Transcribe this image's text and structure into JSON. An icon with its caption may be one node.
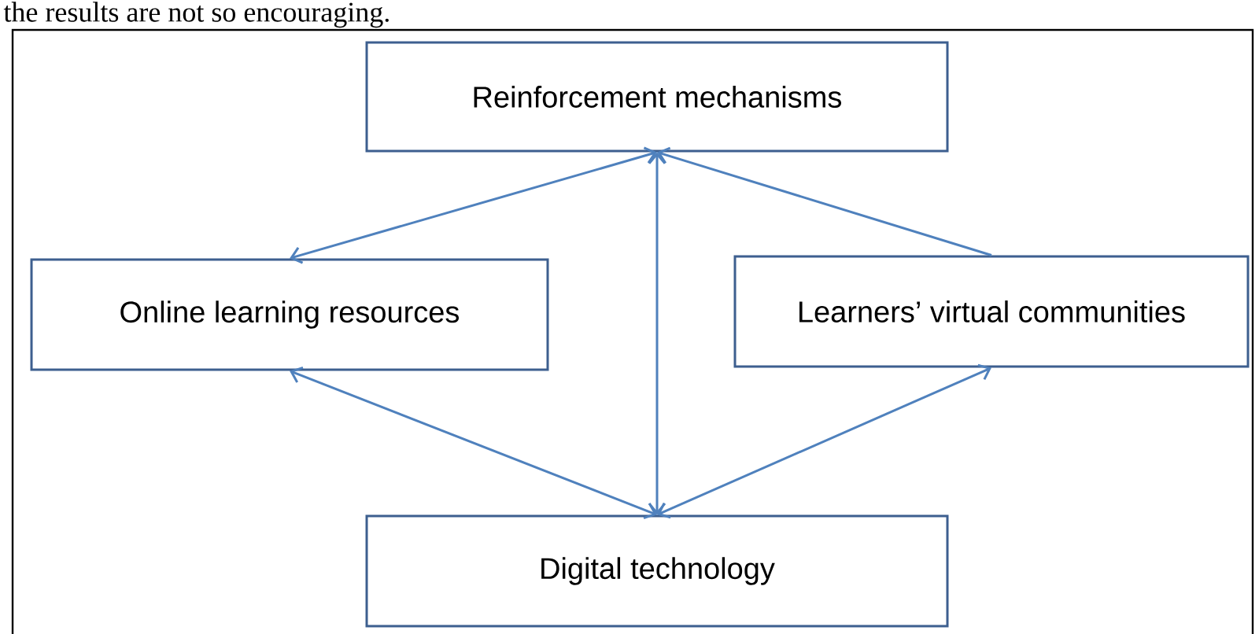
{
  "diagram": {
    "nodes": [
      {
        "text": [
          "Reinforcement mechanisms"
        ]
      },
      {
        "text": [
          "Online learning resources"
        ]
      },
      {
        "text": [
          "Learners’ virtual communities"
        ]
      },
      {
        "text": [
          "Digital technology"
        ]
      }
    ],
    "edges": [
      {
        "from": 0,
        "to": 1,
        "arrow": "both"
      },
      {
        "from": 2,
        "to": 0,
        "arrow": "to"
      },
      {
        "from": 0,
        "to": 3,
        "arrow": "both"
      },
      {
        "from": 1,
        "to": 3,
        "arrow": "both"
      },
      {
        "from": 3,
        "to": 2,
        "arrow": "both"
      }
    ],
    "labels": [
      "the results are not so encouraging."
    ]
  }
}
